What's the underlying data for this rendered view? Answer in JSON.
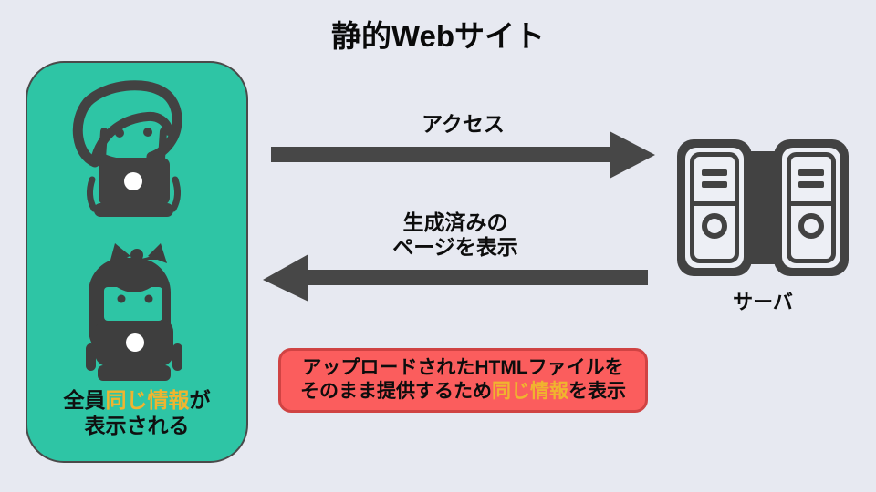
{
  "title": "静的Webサイト",
  "users_panel": {
    "caption": {
      "line1_prefix": "全員",
      "line1_highlight": "同じ情報",
      "line1_suffix": "が",
      "line2": "表示される"
    }
  },
  "arrows": {
    "request_label": "アクセス",
    "response_label_line1": "生成済みの",
    "response_label_line2": "ページを表示"
  },
  "server_label": "サーバ",
  "note_box": {
    "line1": "アップロードされたHTMLファイルを",
    "line2_prefix": "そのまま提供するため",
    "line2_highlight": "同じ情報",
    "line2_suffix": "を表示"
  },
  "icons": {
    "user_top": "woman-with-laptop-icon",
    "user_bottom": "girl-with-laptop-icon",
    "server": "dual-server-tower-icon",
    "request_arrow": "arrow-right-icon",
    "response_arrow": "arrow-left-icon"
  },
  "colors": {
    "background": "#E7E9F1",
    "panel_teal": "#2EC5A5",
    "icon_dark": "#424242",
    "arrow_dark": "#474747",
    "highlight_yellow": "#F0B42F",
    "note_red": "#FB5D5D",
    "note_border_red": "#D04343",
    "text_black": "#0A0A0A"
  }
}
